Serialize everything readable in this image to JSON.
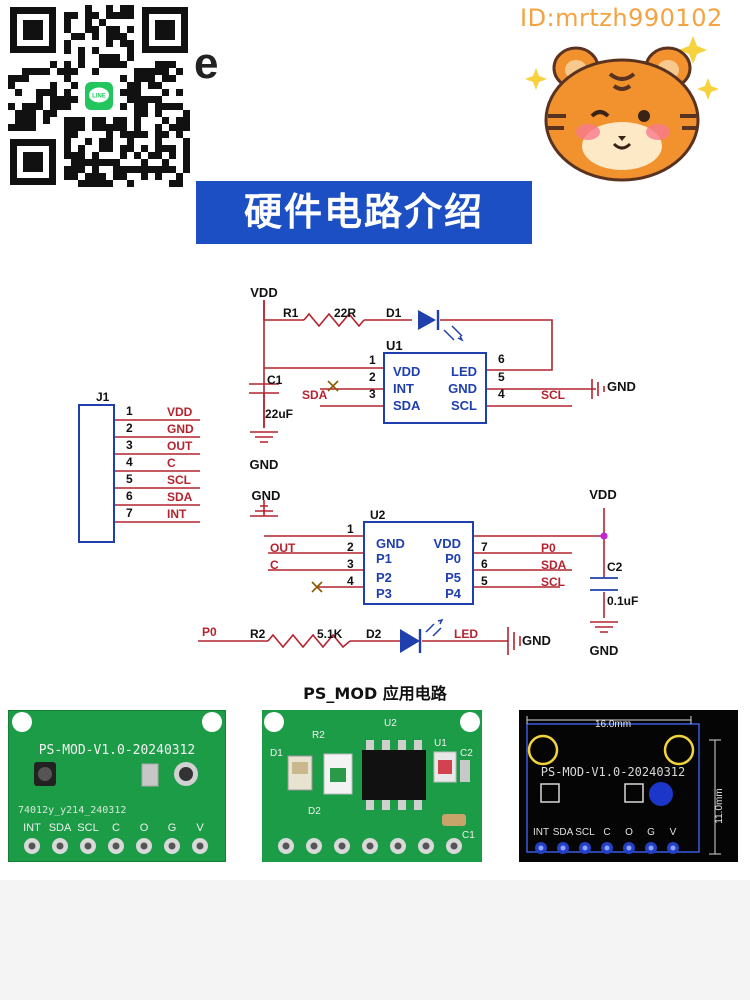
{
  "header": {
    "fragment": "e",
    "watermark": "ID:mrtzh990102",
    "qr_badge": "LINE",
    "title": "硬件电路介绍"
  },
  "schematic": {
    "u1": {
      "ref": "U1",
      "left_pins": [
        {
          "num": "1",
          "name": "VDD"
        },
        {
          "num": "2",
          "name": "INT"
        },
        {
          "num": "3",
          "name": "SDA"
        }
      ],
      "right_pins": [
        {
          "num": "6",
          "name": "LED"
        },
        {
          "num": "5",
          "name": "GND"
        },
        {
          "num": "4",
          "name": "SCL"
        }
      ]
    },
    "r1": {
      "ref": "R1",
      "value": "22R"
    },
    "d1": "D1",
    "c1": {
      "ref": "C1",
      "value": "22uF"
    },
    "vdd_top": "VDD",
    "gnd_c1": "GND",
    "gnd_u1": "GND",
    "sda_net": "SDA",
    "scl_net": "SCL",
    "j1": {
      "ref": "J1",
      "pins": [
        {
          "num": "1",
          "net": "VDD"
        },
        {
          "num": "2",
          "net": "GND"
        },
        {
          "num": "3",
          "net": "OUT"
        },
        {
          "num": "4",
          "net": "C"
        },
        {
          "num": "5",
          "net": "SCL"
        },
        {
          "num": "6",
          "net": "SDA"
        },
        {
          "num": "7",
          "net": "INT"
        }
      ]
    },
    "u2": {
      "ref": "U2",
      "left_pins": [
        {
          "num": "1",
          "name": "GND"
        },
        {
          "num": "2",
          "name": "P1"
        },
        {
          "num": "3",
          "name": "P2"
        },
        {
          "num": "4",
          "name": "P3"
        }
      ],
      "right_pins": [
        {
          "num": "7",
          "name": "VDD"
        },
        {
          "num": "6",
          "name": "P0"
        },
        {
          "num": "5",
          "name": "P5"
        },
        {
          "num": "",
          "name": "P4"
        }
      ],
      "left_nets": [
        "OUT",
        "C"
      ],
      "right_nets": [
        "P0",
        "SDA",
        "SCL"
      ]
    },
    "gnd_u2": "GND",
    "vdd_u2": "VDD",
    "c2": {
      "ref": "C2",
      "value": "0.1uF"
    },
    "gnd_c2": "GND",
    "p0_net": "P0",
    "r2": {
      "ref": "R2",
      "value": "5.1K"
    },
    "d2": {
      "ref": "D2",
      "label": "LED"
    },
    "gnd_d2": "GND",
    "colors": {
      "wire": "#b4232f",
      "component": "#1f3fae",
      "junction": "#c026d3",
      "mark": "#8a5a00"
    }
  },
  "caption": "PS_MOD 应用电路",
  "boards": {
    "front": {
      "title": "PS-MOD-V1.0-20240312",
      "serial": "74012y_y214_240312",
      "pins": [
        "INT",
        "SDA",
        "SCL",
        "C",
        "O",
        "G",
        "V"
      ]
    },
    "back": {
      "labels": [
        "D1",
        "R2",
        "U2",
        "U1",
        "C2",
        "D2",
        "C1"
      ]
    },
    "layout": {
      "dim_width": "16.0mm",
      "dim_height": "11.0mm",
      "title": "PS-MOD-V1.0-20240312",
      "pins": [
        "INT",
        "SDA",
        "SCL",
        "C",
        "O",
        "G",
        "V"
      ]
    }
  }
}
